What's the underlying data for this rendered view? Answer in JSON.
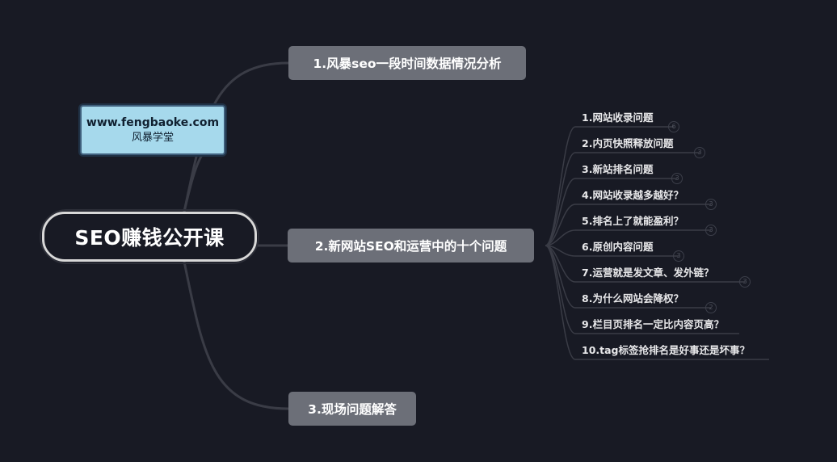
{
  "root": {
    "label": "SEO赚钱公开课"
  },
  "callout": {
    "url": "www.fengbaoke.com",
    "name": "风暴学堂"
  },
  "branches": [
    {
      "label": "1.风暴seo一段时间数据情况分析"
    },
    {
      "label": "2.新网站SEO和运营中的十个问题"
    },
    {
      "label": "3.现场问题解答"
    }
  ],
  "subtopics": [
    {
      "label": "1.网站收录问题",
      "badge": "6"
    },
    {
      "label": "2.内页快照释放问题",
      "badge": "3"
    },
    {
      "label": "3.新站排名问题",
      "badge": "3"
    },
    {
      "label": "4.网站收录越多越好？",
      "badge": "3"
    },
    {
      "label": "5.排名上了就能盈利？",
      "badge": "3"
    },
    {
      "label": "6.原创内容问题",
      "badge": "3"
    },
    {
      "label": "7.运营就是发文章、发外链？",
      "badge": "3"
    },
    {
      "label": "8.为什么网站会降权？",
      "badge": "2"
    },
    {
      "label": "9.栏目页排名一定比内容页高？",
      "badge": ""
    },
    {
      "label": "10.tag标签抢排名是好事还是坏事？",
      "badge": ""
    }
  ],
  "colors": {
    "background": "#181a24",
    "branch_fill": "#6c6f78",
    "callout_fill": "#a6d9ec",
    "connector": "#3a3c46"
  }
}
